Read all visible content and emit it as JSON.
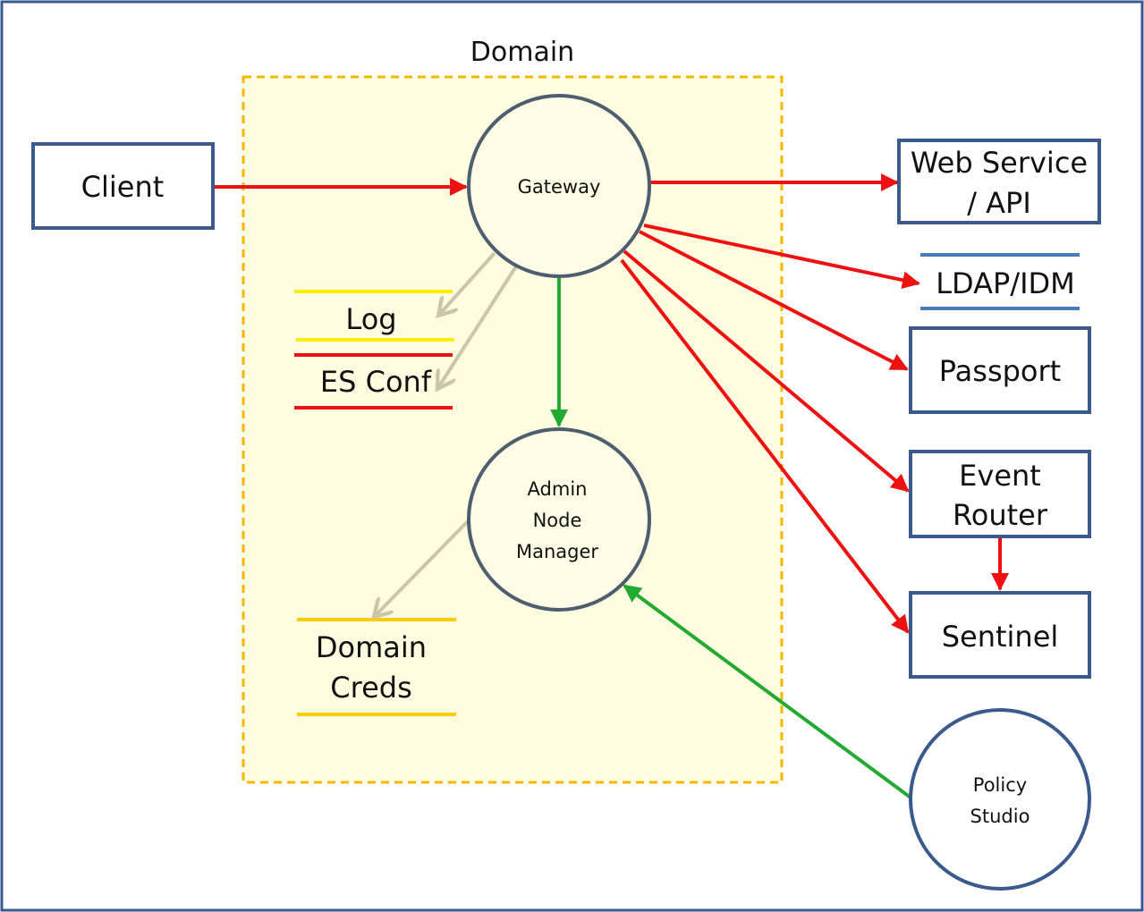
{
  "title": "Domain",
  "nodes": {
    "client": "Client",
    "gateway": "Gateway",
    "admin": [
      "Admin",
      "Node",
      "Manager"
    ],
    "log": "Log",
    "es_conf": "ES Conf",
    "domain_creds": [
      "Domain",
      "Creds"
    ],
    "web_service": [
      "Web Service",
      "/ API"
    ],
    "ldap": "LDAP/IDM",
    "passport": "Passport",
    "event_router": [
      "Event",
      "Router"
    ],
    "sentinel": "Sentinel",
    "policy_studio": [
      "Policy",
      "Studio"
    ]
  },
  "colors": {
    "border": "#3a5a8c",
    "domain_fill": "#fffce0",
    "domain_border": "#f5b800",
    "circle_stroke": "#4d5f6e",
    "circle_fill": "#fffce6",
    "red": "#ee1111",
    "green": "#22aa33",
    "gray": "#c8c8a8",
    "yellow": "#ffee00",
    "gold": "#ffcc00",
    "ldap_line": "#4a7ab8"
  }
}
